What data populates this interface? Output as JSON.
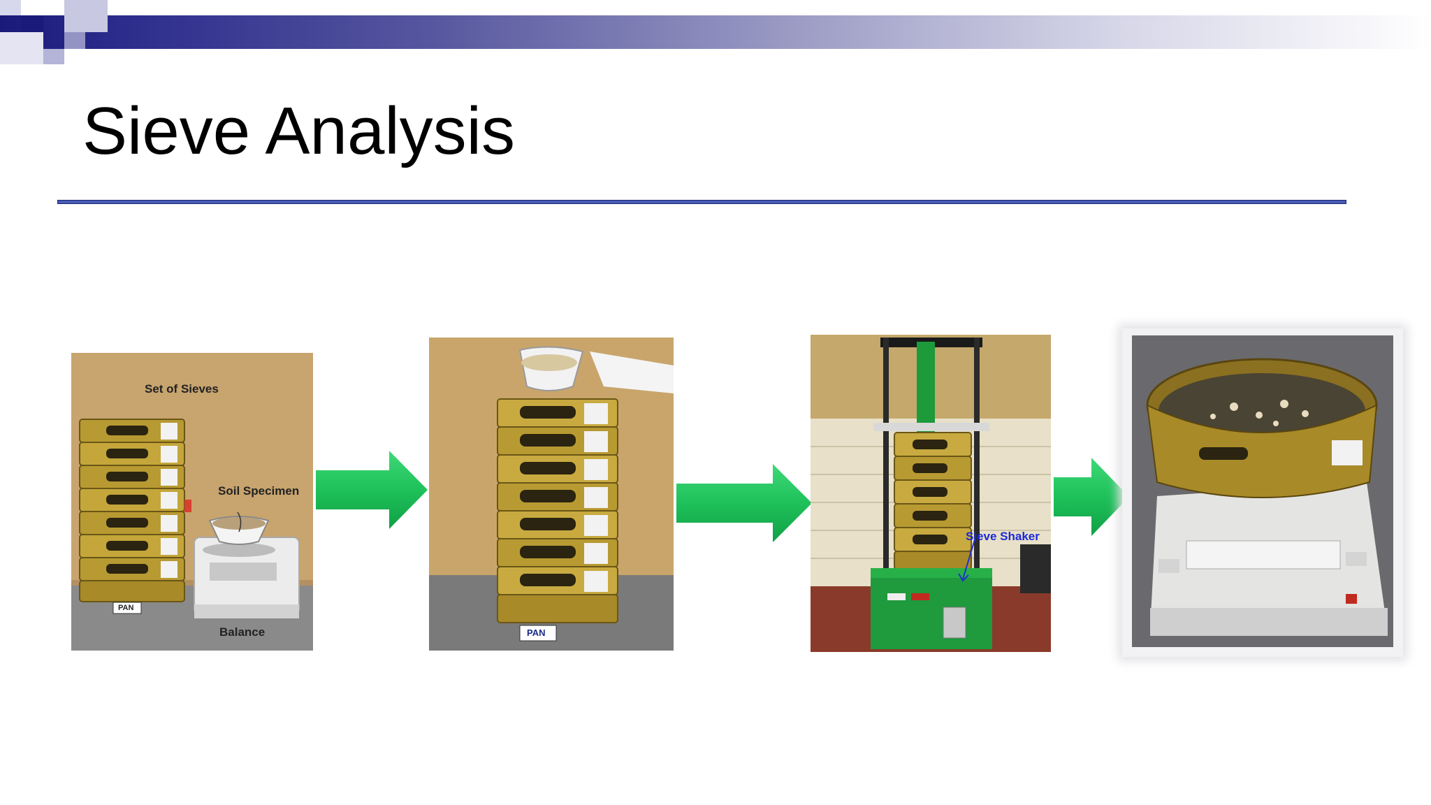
{
  "slide": {
    "title": "Sieve Analysis"
  },
  "photos": [
    {
      "name": "sieves-and-balance-photo",
      "labels": {
        "sieves": "Set of Sieves",
        "specimen": "Soil Specimen",
        "balance": "Balance",
        "pan": "PAN"
      }
    },
    {
      "name": "pouring-specimen-photo",
      "labels": {
        "pan": "PAN"
      }
    },
    {
      "name": "sieve-shaker-photo",
      "labels": {
        "shaker": "Sieve Shaker"
      }
    },
    {
      "name": "weighing-sieve-photo",
      "labels": {}
    }
  ],
  "colors": {
    "accent_blue": "#1a1a7a",
    "rule_blue": "#4a5ab8",
    "arrow_green": "#1ec15a"
  }
}
